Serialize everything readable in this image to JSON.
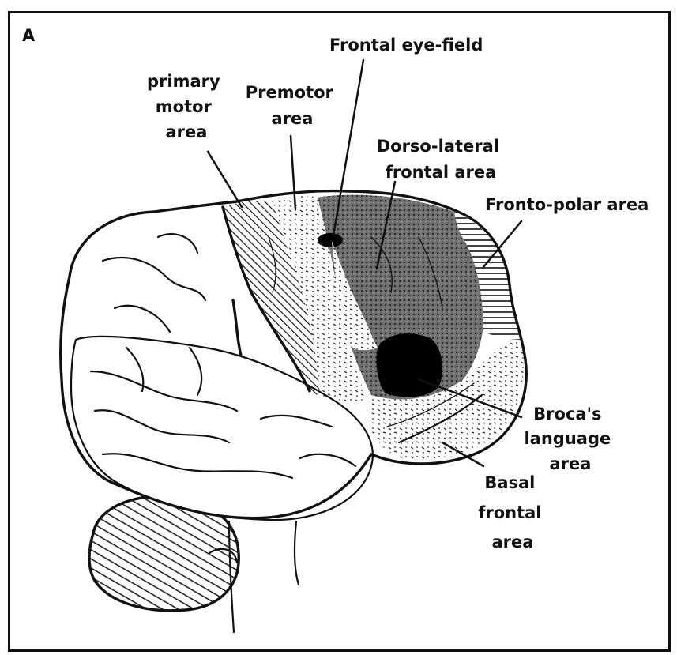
{
  "panel_label": "A",
  "labels": {
    "frontal_eye_field": "Frontal eye-field",
    "primary_motor": [
      "primary",
      "motor",
      "area"
    ],
    "premotor": [
      "Premotor",
      "area"
    ],
    "dorso_lateral": [
      "Dorso-lateral",
      "frontal area"
    ],
    "fronto_polar": "Fronto-polar area",
    "broca": [
      "Broca's",
      "language",
      "area"
    ],
    "basal_frontal": [
      "Basal",
      "frontal",
      "area"
    ]
  },
  "colors": {
    "ink": "#111111",
    "dorso_lateral_fill": "#6f6f6f",
    "broca_fill": "#000000",
    "motor_hatch": "#111111"
  }
}
